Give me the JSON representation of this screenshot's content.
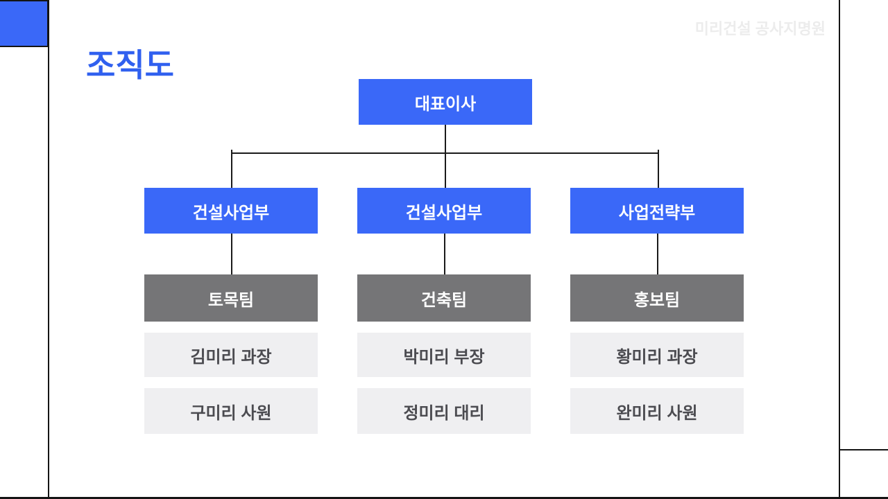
{
  "slide": {
    "title": "조직도",
    "watermark": "미리건설 공사지명원"
  },
  "org_chart": {
    "type": "org-tree",
    "root": {
      "label": "대표이사"
    },
    "columns": [
      {
        "department": "건설사업부",
        "team": "토목팀",
        "members": [
          "김미리 과장",
          "구미리 사원"
        ]
      },
      {
        "department": "건설사업부",
        "team": "건축팀",
        "members": [
          "박미리 부장",
          "정미리  대리"
        ]
      },
      {
        "department": "사업전략부",
        "team": "홍보팀",
        "members": [
          "황미리 과장",
          "완미리 사원"
        ]
      }
    ]
  },
  "colors": {
    "accent_blue": "#3a68f8",
    "title_blue": "#3060ef",
    "team_gray": "#757577",
    "member_bg": "#efeff1",
    "member_text": "#4b4b50",
    "line_black": "#1a1a1a",
    "frame_black": "#141414",
    "watermark_gray": "#ececec"
  }
}
